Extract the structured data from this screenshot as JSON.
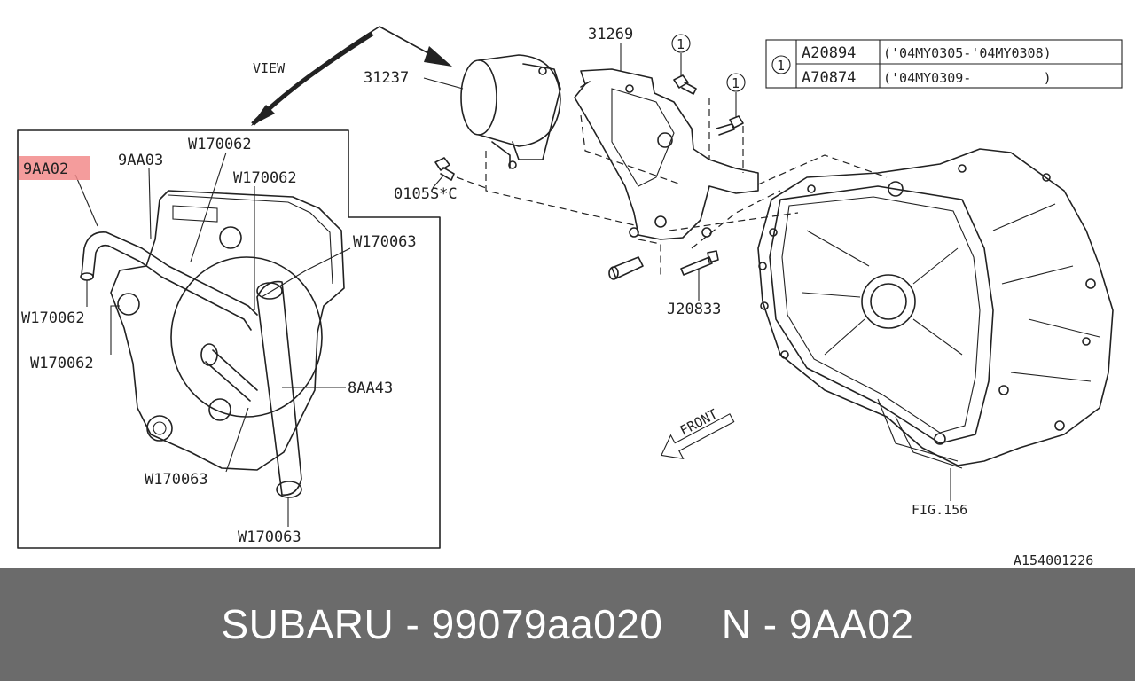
{
  "diagram": {
    "view_label": "VIEW",
    "parts": {
      "p9AA02": "9AA02",
      "p9AA03": "9AA03",
      "pW170062_a": "W170062",
      "pW170062_b": "W170062",
      "pW170062_c": "W170062",
      "pW170062_d": "W170062",
      "pW170063_a": "W170063",
      "pW170063_b": "W170063",
      "pW170063_c": "W170063",
      "p8AA43": "8AA43",
      "p31269": "31269",
      "p31237": "31237",
      "p0105SC": "0105S*C",
      "pJ20833": "J20833",
      "fig": "FIG.156",
      "front": "FRONT",
      "callout": "1",
      "image_code": "A154001226"
    },
    "ref_table": {
      "key": "1",
      "rows": [
        {
          "part": "A20894",
          "range": "('04MY0305-'04MY0308)"
        },
        {
          "part": "A70874",
          "range": "('04MY0309-         )"
        }
      ]
    },
    "highlight_color": "#f28b8b"
  },
  "footer": {
    "text": "SUBARU - 99079aa020     N - 9AA02",
    "background": "#6b6b6b"
  }
}
